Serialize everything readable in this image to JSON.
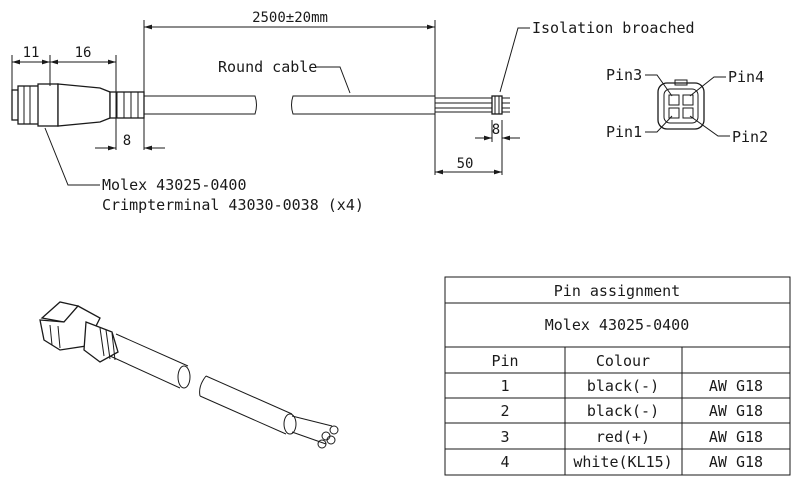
{
  "dimensions": {
    "total_length": "2500±20mm",
    "plug_left": "11",
    "plug_right": "16",
    "ring_width": "8",
    "strip_length": "50",
    "strip_end": "8"
  },
  "labels": {
    "round_cable": "Round cable",
    "isolation": "Isolation broached",
    "molex_part": "Molex 43025-0400",
    "crimp_terminal": "Crimpterminal 43030-0038 (x4)"
  },
  "pins": {
    "pin1": "Pin1",
    "pin2": "Pin2",
    "pin3": "Pin3",
    "pin4": "Pin4"
  },
  "table": {
    "title": "Pin assignment",
    "subtitle": "Molex 43025-0400",
    "headers": [
      "Pin",
      "Colour",
      ""
    ],
    "rows": [
      {
        "pin": "1",
        "colour": "black(-)",
        "awg": "AW G18"
      },
      {
        "pin": "2",
        "colour": "black(-)",
        "awg": "AW G18"
      },
      {
        "pin": "3",
        "colour": "red(+)",
        "awg": "AW G18"
      },
      {
        "pin": "4",
        "colour": "white(KL15)",
        "awg": "AW G18"
      }
    ]
  }
}
